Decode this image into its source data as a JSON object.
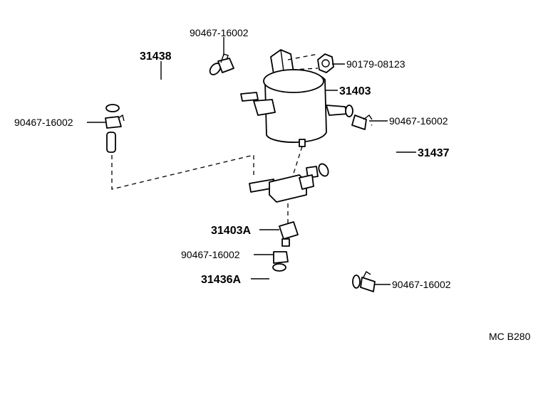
{
  "labels": {
    "clamp_top": "90467-16002",
    "hose_31438": "31438",
    "clamp_left": "90467-16002",
    "nut": "90179-08123",
    "canister": "31403",
    "clamp_right": "90467-16002",
    "hose_31437": "31437",
    "valve": "31403A",
    "clamp_mid": "90467-16002",
    "hose_31436a": "31436A",
    "clamp_bottom": "90467-16002",
    "diagram_code": "MC B280"
  }
}
